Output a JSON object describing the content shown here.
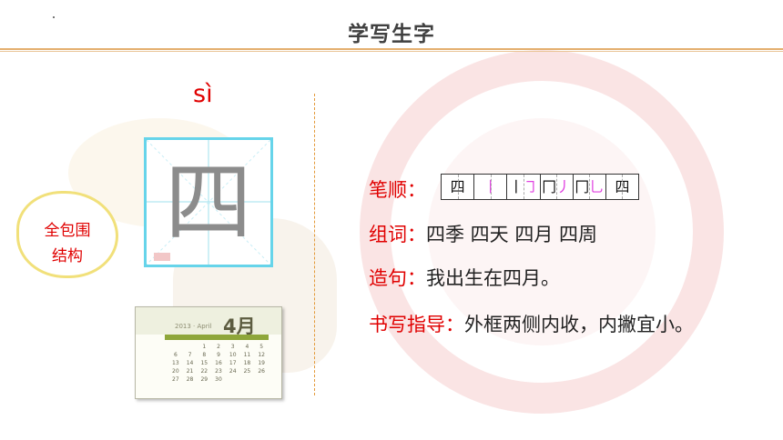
{
  "title": "学写生字",
  "pinyin": "sì",
  "character": "四",
  "structure_label": [
    "全包围",
    "结构"
  ],
  "calendar": {
    "year_text": "2013 · April",
    "month_text": "4月",
    "days": [
      "",
      "",
      "1",
      "2",
      "3",
      "4",
      "5",
      "6",
      "7",
      "8",
      "9",
      "10",
      "11",
      "12",
      "13",
      "14",
      "15",
      "16",
      "17",
      "18",
      "19",
      "20",
      "21",
      "22",
      "23",
      "24",
      "25",
      "26",
      "27",
      "28",
      "29",
      "30"
    ]
  },
  "stroke_order": {
    "label": "笔顺：",
    "steps": [
      {
        "glyph": "四",
        "new": ""
      },
      {
        "glyph": "",
        "new": "丨"
      },
      {
        "glyph": "丨",
        "new": "㇆"
      },
      {
        "glyph": "冂",
        "new": "丿"
      },
      {
        "glyph": "冂",
        "new": "乚"
      },
      {
        "glyph": "四",
        "new": ""
      }
    ]
  },
  "words": {
    "label": "组词：",
    "text": "四季 四天 四月 四周"
  },
  "sentence": {
    "label": "造句：",
    "text": "我出生在四月。"
  },
  "guide": {
    "label": "书写指导：",
    "text": "外框两侧内收，内撇宜小。"
  },
  "colors": {
    "accent_red": "#e00000",
    "title_line": "#e4af6f",
    "grid_border": "#66d4ea",
    "badge_border": "#f1e07a"
  }
}
